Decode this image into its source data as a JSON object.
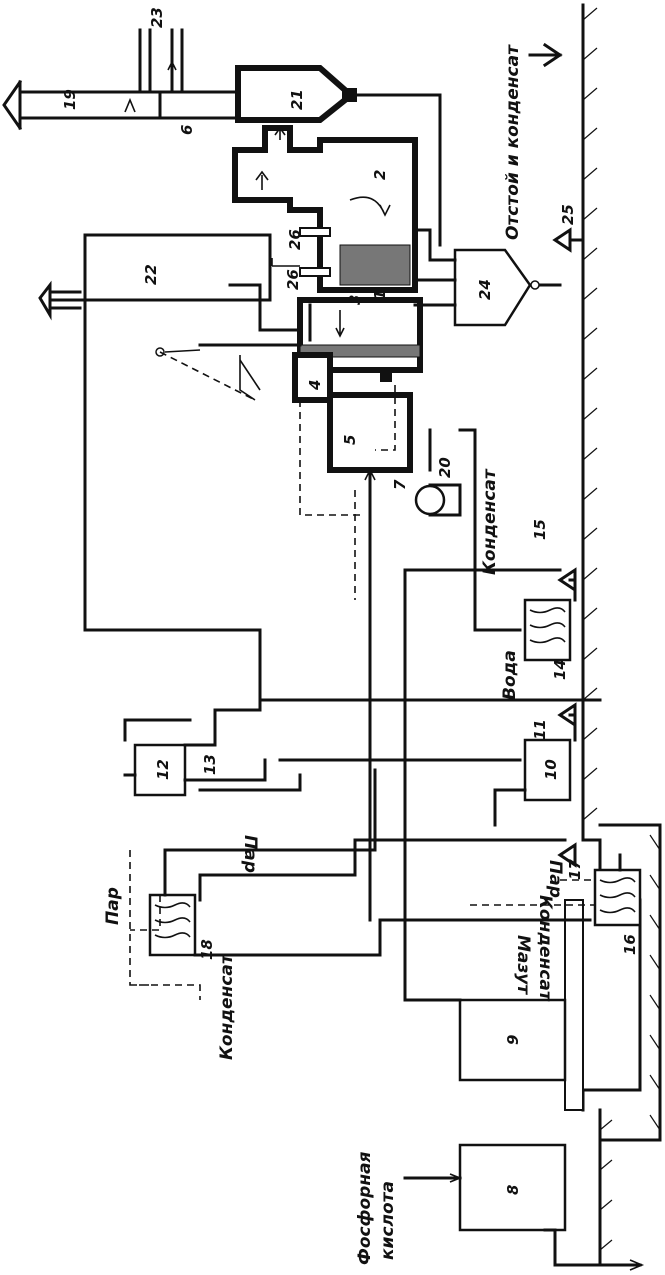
{
  "labels": {
    "otstoi": "Отстой и конденсат",
    "kondensat_top": "Конденсат",
    "voda": "Вода",
    "par_bottom": "Пар",
    "kondensat_bottom": "Конденсат",
    "mazut": "Мазут",
    "par_left": "Пар",
    "par_mid": "Пар",
    "kondensat_left": "Конденсат",
    "fosfornaya": "Фосфорная",
    "kislota": "кислота"
  },
  "numbers": {
    "n1": "1",
    "n2": "2",
    "n3": "3",
    "n4": "4",
    "n5": "5",
    "n6": "6",
    "n7": "7",
    "n8": "8",
    "n9": "9",
    "n10": "10",
    "n11": "11",
    "n12": "12",
    "n13": "13",
    "n14": "14",
    "n15": "15",
    "n16": "16",
    "n17": "17",
    "n18": "18",
    "n19": "19",
    "n20": "20",
    "n21": "21",
    "n22": "22",
    "n23": "23",
    "n24": "24",
    "n25": "25",
    "n26a": "26",
    "n26b": "26"
  }
}
